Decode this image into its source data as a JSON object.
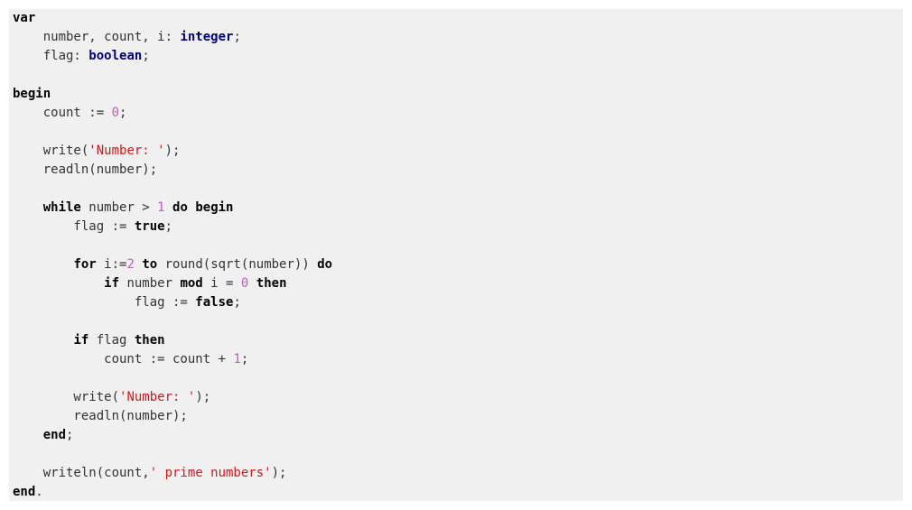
{
  "code": {
    "language_colors": {
      "keyword": "#000000",
      "type": "#000080",
      "number": "#c05cc0",
      "string": "#d01818",
      "plain": "#333333",
      "background": "#f0f0f0"
    },
    "lines": [
      [
        {
          "t": "var",
          "k": "kw"
        }
      ],
      [
        {
          "t": "    number, count, i: ",
          "k": "plain"
        },
        {
          "t": "integer",
          "k": "type"
        },
        {
          "t": ";",
          "k": "plain"
        }
      ],
      [
        {
          "t": "    flag: ",
          "k": "plain"
        },
        {
          "t": "boolean",
          "k": "type"
        },
        {
          "t": ";",
          "k": "plain"
        }
      ],
      [],
      [
        {
          "t": "begin",
          "k": "kw"
        }
      ],
      [
        {
          "t": "    count := ",
          "k": "plain"
        },
        {
          "t": "0",
          "k": "num"
        },
        {
          "t": ";",
          "k": "plain"
        }
      ],
      [],
      [
        {
          "t": "    write(",
          "k": "plain"
        },
        {
          "t": "'Number: '",
          "k": "str"
        },
        {
          "t": ");",
          "k": "plain"
        }
      ],
      [
        {
          "t": "    readln(number);",
          "k": "plain"
        }
      ],
      [],
      [
        {
          "t": "    ",
          "k": "plain"
        },
        {
          "t": "while",
          "k": "kw"
        },
        {
          "t": " number > ",
          "k": "plain"
        },
        {
          "t": "1",
          "k": "num"
        },
        {
          "t": " ",
          "k": "plain"
        },
        {
          "t": "do",
          "k": "kw"
        },
        {
          "t": " ",
          "k": "plain"
        },
        {
          "t": "begin",
          "k": "kw"
        }
      ],
      [
        {
          "t": "        flag := ",
          "k": "plain"
        },
        {
          "t": "true",
          "k": "kw"
        },
        {
          "t": ";",
          "k": "plain"
        }
      ],
      [],
      [
        {
          "t": "        ",
          "k": "plain"
        },
        {
          "t": "for",
          "k": "kw"
        },
        {
          "t": " i:=",
          "k": "plain"
        },
        {
          "t": "2",
          "k": "num"
        },
        {
          "t": " ",
          "k": "plain"
        },
        {
          "t": "to",
          "k": "kw"
        },
        {
          "t": " round(sqrt(number)) ",
          "k": "plain"
        },
        {
          "t": "do",
          "k": "kw"
        }
      ],
      [
        {
          "t": "            ",
          "k": "plain"
        },
        {
          "t": "if",
          "k": "kw"
        },
        {
          "t": " number ",
          "k": "plain"
        },
        {
          "t": "mod",
          "k": "kw"
        },
        {
          "t": " i = ",
          "k": "plain"
        },
        {
          "t": "0",
          "k": "num"
        },
        {
          "t": " ",
          "k": "plain"
        },
        {
          "t": "then",
          "k": "kw"
        }
      ],
      [
        {
          "t": "                flag := ",
          "k": "plain"
        },
        {
          "t": "false",
          "k": "kw"
        },
        {
          "t": ";",
          "k": "plain"
        }
      ],
      [],
      [
        {
          "t": "        ",
          "k": "plain"
        },
        {
          "t": "if",
          "k": "kw"
        },
        {
          "t": " flag ",
          "k": "plain"
        },
        {
          "t": "then",
          "k": "kw"
        }
      ],
      [
        {
          "t": "            count := count + ",
          "k": "plain"
        },
        {
          "t": "1",
          "k": "num"
        },
        {
          "t": ";",
          "k": "plain"
        }
      ],
      [],
      [
        {
          "t": "        write(",
          "k": "plain"
        },
        {
          "t": "'Number: '",
          "k": "str"
        },
        {
          "t": ");",
          "k": "plain"
        }
      ],
      [
        {
          "t": "        readln(number);",
          "k": "plain"
        }
      ],
      [
        {
          "t": "    ",
          "k": "plain"
        },
        {
          "t": "end",
          "k": "kw"
        },
        {
          "t": ";",
          "k": "plain"
        }
      ],
      [],
      [
        {
          "t": "    writeln(count,",
          "k": "plain"
        },
        {
          "t": "' prime numbers'",
          "k": "str"
        },
        {
          "t": ");",
          "k": "plain"
        }
      ],
      [
        {
          "t": "end",
          "k": "kw"
        },
        {
          "t": ".",
          "k": "plain"
        }
      ]
    ]
  }
}
